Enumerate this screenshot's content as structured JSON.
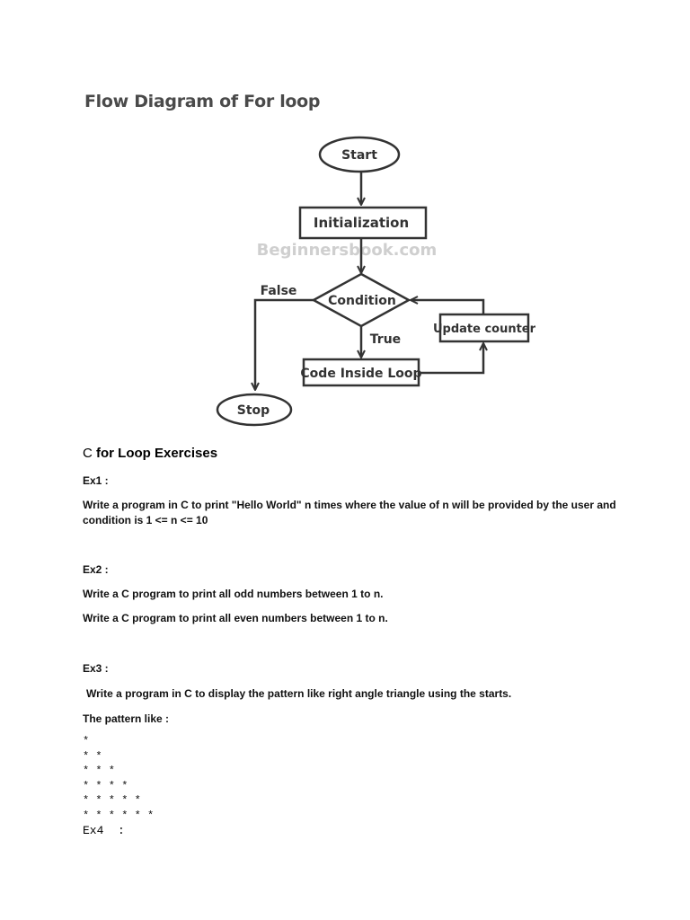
{
  "diagram": {
    "title": "Flow Diagram of For loop",
    "watermark": "Beginnersbook.com",
    "nodes": {
      "start": "Start",
      "initialization": "Initialization",
      "condition": "Condition",
      "update_counter": "Update counter",
      "code_inside_loop": "Code Inside Loop",
      "stop": "Stop"
    },
    "edge_labels": {
      "false": "False",
      "true": "True"
    }
  },
  "exercises": {
    "heading_lead": "C",
    "heading_rest": "for Loop Exercises",
    "ex1": {
      "label": "Ex1 :",
      "text": "Write a program in C to print \"Hello World\" n times where the value of n will be provided by the user and condition is 1 <= n <= 10"
    },
    "ex2": {
      "label": "Ex2 :",
      "line1": "Write a C program to print all odd numbers between 1 to n.",
      "line2": "Write a C program to print all even numbers between 1 to n."
    },
    "ex3": {
      "label": "Ex3 :",
      "text": "Write a program in C to display the pattern like right angle triangle using the starts.",
      "pattern_label": "The pattern like :",
      "pattern": [
        "*",
        "* *",
        "* * *",
        "* * * *",
        "* * * * *",
        "* * * * * *"
      ]
    },
    "ex4": {
      "label": "Ex4  :"
    }
  }
}
